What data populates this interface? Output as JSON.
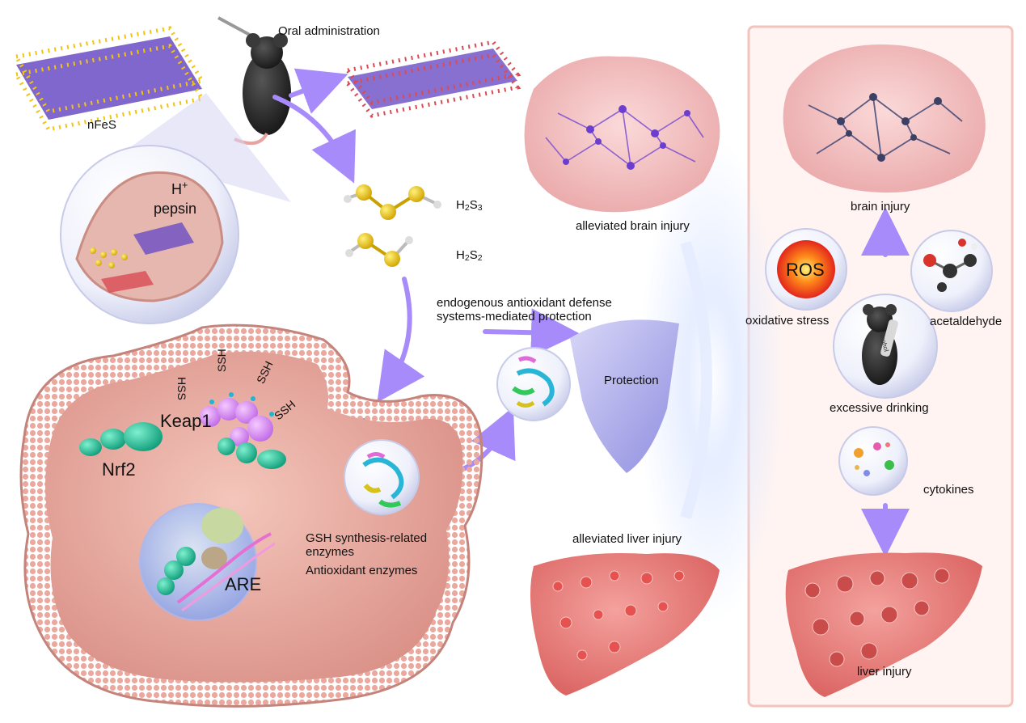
{
  "mechanism": {
    "oral_administration": "Oral administration",
    "material": "nFeS",
    "stomach": {
      "proton": "H",
      "proton_charge": "+",
      "enzyme": "pepsin"
    },
    "polysulfides": {
      "h2s3": {
        "base": "H",
        "n1": "2",
        "mid": "S",
        "n2": "3"
      },
      "h2s2": {
        "base": "H",
        "n1": "2",
        "mid": "S",
        "n2": "2"
      }
    },
    "cell": {
      "keap1": "Keap1",
      "nrf2": "Nrf2",
      "are": "ARE",
      "sulfhydration_tags": [
        "HSS",
        "SSH",
        "SSH",
        "SSH"
      ],
      "gsh_enzymes": "GSH synthesis-related\nenzymes",
      "antioxidant_enzymes": "Antioxidant enzymes"
    },
    "defense": {
      "pathway": "endogenous antioxidant defense\nsystems-mediated protection",
      "shield": "Protection"
    },
    "outcomes": {
      "brain": "alleviated brain injury",
      "liver": "alleviated liver injury"
    }
  },
  "injury_panel": {
    "brain": "brain injury",
    "ros": "ROS",
    "oxidative_stress": "oxidative stress",
    "acetaldehyde": "acetaldehyde",
    "drinking": "excessive drinking",
    "bottle_label": "Alcohol",
    "cytokines": "cytokines",
    "liver": "liver injury"
  },
  "colors": {
    "arrow": "#a78bfa",
    "panel_border": "#f3c3bd",
    "panel_bg": "#fff4f2",
    "membrane": "#e8a49c",
    "shield": "#b9b8ec",
    "brain_healthy": "#f5c3c3",
    "brain_neuron_healthy": "#7b4fd1",
    "brain_neuron_injured": "#4a4e7a",
    "liver": "#e77b78",
    "fes_sulfur": "#f1c40f",
    "fes_iron": "#5b3fb0",
    "fes_oxidized": "#d94b55",
    "nrf2": "#1fbf9a",
    "keap1": "#d68cf2"
  }
}
